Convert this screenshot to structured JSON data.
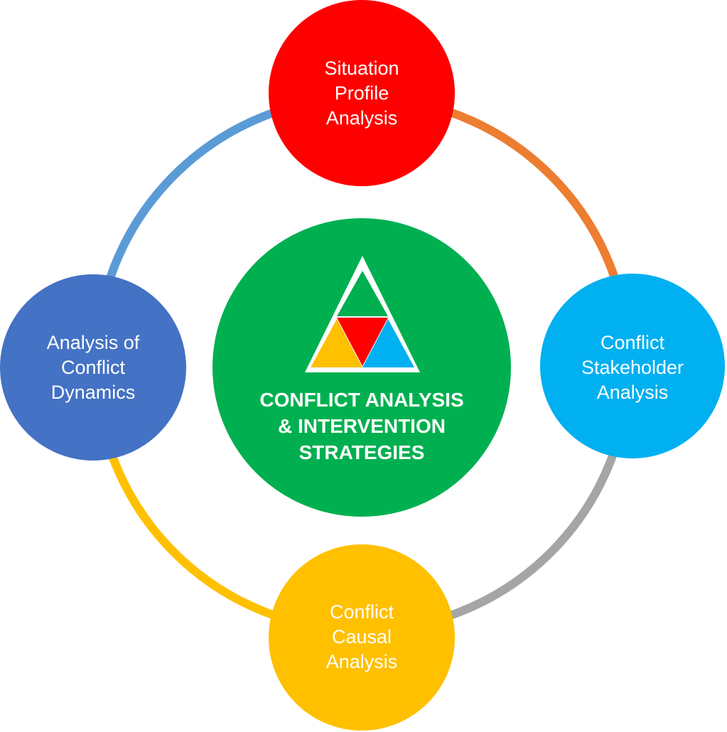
{
  "diagram": {
    "center": {
      "lines": [
        "CONFLICT ANALYSIS",
        "& INTERVENTION",
        "STRATEGIES"
      ],
      "color": "#00B050",
      "icon": "triangle-icon"
    },
    "nodes": {
      "top": {
        "lines": [
          "Situation",
          "Profile",
          "Analysis"
        ],
        "color": "#FF0000"
      },
      "right": {
        "lines": [
          "Conflict",
          "Stakeholder",
          "Analysis"
        ],
        "color": "#00B0F0"
      },
      "bottom": {
        "lines": [
          "Conflict",
          "Causal",
          "Analysis"
        ],
        "color": "#FFC000"
      },
      "left": {
        "lines": [
          "Analysis of",
          "Conflict",
          "Dynamics"
        ],
        "color": "#4472C4"
      }
    },
    "connectors": {
      "top_right": "#ED7D31",
      "right_bottom": "#A5A5A5",
      "bottom_left": "#FFC000",
      "left_top": "#5B9BD5"
    },
    "triangle_colors": {
      "top": "#00B050",
      "left": "#FFC000",
      "middle": "#FF0000",
      "right": "#00B0F0"
    }
  }
}
